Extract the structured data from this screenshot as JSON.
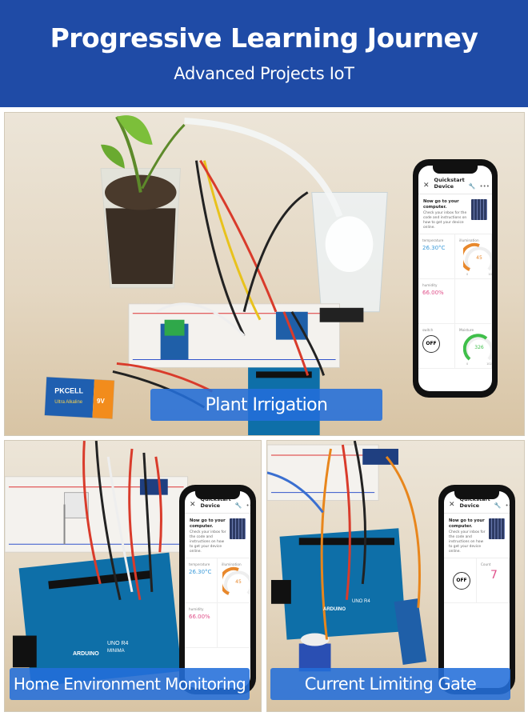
{
  "header": {
    "title": "Progressive Learning Journey",
    "subtitle": "Advanced Projects IoT"
  },
  "panels": [
    {
      "caption": "Plant Irrigation"
    },
    {
      "caption": "Home Environment Monitoring"
    },
    {
      "caption": "Current Limiting Gate"
    }
  ],
  "battery": {
    "brand": "PKCELL",
    "line": "Ultra Alkaline",
    "size": "9V"
  },
  "arduino": {
    "brand": "ARDUINO",
    "model": "UNO R4",
    "variant": "MINIMA"
  },
  "phone_app": {
    "title": "Quickstart Device",
    "intro_heading": "Now go to your computer.",
    "intro_body": "Check your inbox for the code and instructions on how to get your device online.",
    "temperature_label": "temperature",
    "temperature_value": "26.30°C",
    "illumination_label": "illumination",
    "illumination_value": "45",
    "humidity_label": "humidity",
    "humidity_value": "66.00%",
    "switch_label": "switch",
    "switch_value": "OFF",
    "moisture_label": "Moisture",
    "moisture_value": "326",
    "gauge_min": "0",
    "gauge_max": "100",
    "gauge_max2": "1024",
    "count_label": "Count",
    "count_value": "7"
  },
  "colors": {
    "header_bg": "#1f4ba6",
    "caption_bg": "#236eda",
    "gauge_orange": "#e8882c",
    "gauge_green": "#3fbf4a",
    "temp_blue": "#3a9ad9",
    "humidity_pink": "#e0508a"
  }
}
